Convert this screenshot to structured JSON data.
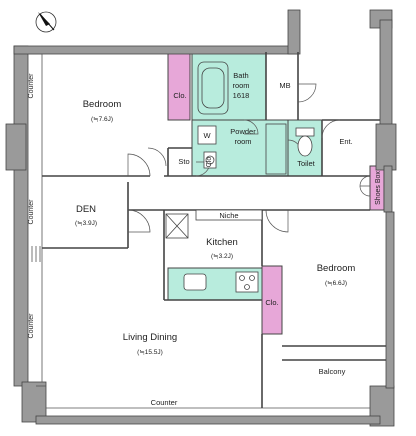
{
  "colors": {
    "wall": "#9a9a9a",
    "wall_line": "#444444",
    "wet_area": "#b8ecdd",
    "storage": "#e7a7d8",
    "floor": "#ffffff"
  },
  "icons": {
    "compass": "north-arrow-icon"
  },
  "rooms": {
    "bedroom_1": {
      "name": "Bedroom",
      "area": "(≒7.6J)"
    },
    "bath": {
      "line1": "Bath",
      "line2": "room",
      "line3": "1618"
    },
    "mb": {
      "name": "MB"
    },
    "powder": {
      "line1": "Powder",
      "line2": "room",
      "w_mark": "W"
    },
    "toilet": {
      "name": "Toilet"
    },
    "entrance": {
      "name": "Ent."
    },
    "shoes_box": {
      "name": "Shoes Box"
    },
    "closet_1": {
      "name": "Clo."
    },
    "storage": {
      "name": "Sto"
    },
    "closet_small": {
      "name": "Clo"
    },
    "den": {
      "name": "DEN",
      "area": "(≒3.9J)"
    },
    "niche": {
      "name": "Niche"
    },
    "kitchen": {
      "name": "Kitchen",
      "area": "(≒3.2J)"
    },
    "bedroom_2": {
      "name": "Bedroom",
      "area": "(≒6.6J)"
    },
    "closet_2": {
      "name": "Clo."
    },
    "living_dining": {
      "name": "Living Dining",
      "area": "(≒15.5J)"
    },
    "balcony": {
      "name": "Balcony"
    }
  },
  "counters": {
    "left_top": "Counter",
    "left_den": "Counter",
    "left_living": "Counter",
    "bottom": "Counter"
  }
}
